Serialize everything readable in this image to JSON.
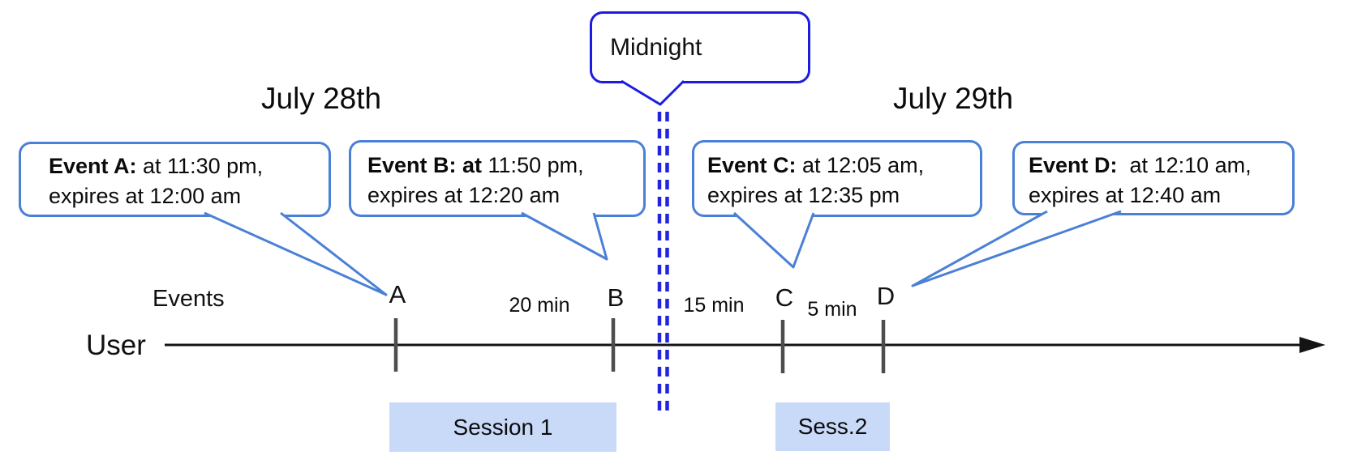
{
  "diagram": {
    "dates": {
      "july28": "July 28th",
      "july29": "July 29th"
    },
    "midnight": {
      "label": "Midnight"
    },
    "row_labels": {
      "events": "Events",
      "user": "User"
    },
    "callouts": [
      {
        "id": "A",
        "bold": "Event A:",
        "rest": " at 11:30 pm,",
        "line2": "expires at 12:00 am"
      },
      {
        "id": "B",
        "bold": "Event B: at",
        "rest": " 11:50 pm,",
        "line2": "expires at 12:20 am"
      },
      {
        "id": "C",
        "bold": "Event C:",
        "rest": " at 12:05 am,",
        "line2": "expires at 12:35 pm"
      },
      {
        "id": "D",
        "bold": "Event D:",
        "rest": "  at 12:10 am,",
        "line2": "expires at 12:40 am"
      }
    ],
    "tick_letters": [
      "A",
      "B",
      "C",
      "D"
    ],
    "gap_labels": [
      "20 min",
      "15 min",
      "5 min"
    ],
    "sessions": [
      "Session 1",
      "Sess.2"
    ],
    "colors": {
      "event_callout_border": "#4a80d6",
      "midnight_blue": "#1c1ce0",
      "session_fill": "#c9daf8",
      "tick_gray": "#4d4d4d",
      "timeline_black": "#141414"
    }
  }
}
